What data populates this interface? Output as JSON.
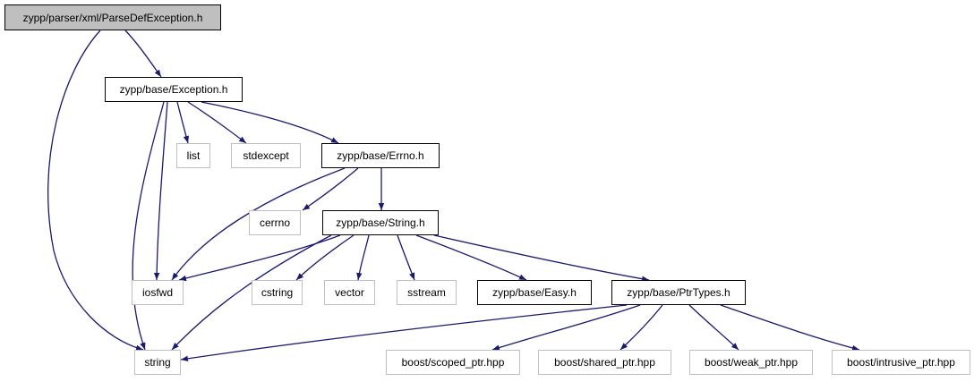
{
  "colors": {
    "edge": "#191970",
    "root_fill": "#bfbfbf",
    "ext_border": "#bfbfbf",
    "int_border": "#000000"
  },
  "nodes": {
    "root": "zypp/parser/xml/ParseDefException.h",
    "exception": "zypp/base/Exception.h",
    "list": "list",
    "stdexcept": "stdexcept",
    "errno_h": "zypp/base/Errno.h",
    "cerrno": "cerrno",
    "string_h": "zypp/base/String.h",
    "iosfwd": "iosfwd",
    "cstring": "cstring",
    "vector": "vector",
    "sstream": "sstream",
    "easy": "zypp/base/Easy.h",
    "ptrtypes": "zypp/base/PtrTypes.h",
    "string": "string",
    "scoped_ptr": "boost/scoped_ptr.hpp",
    "shared_ptr": "boost/shared_ptr.hpp",
    "weak_ptr": "boost/weak_ptr.hpp",
    "intrusive_ptr": "boost/intrusive_ptr.hpp"
  },
  "edges": [
    [
      "root",
      "exception"
    ],
    [
      "root",
      "string"
    ],
    [
      "exception",
      "list"
    ],
    [
      "exception",
      "stdexcept"
    ],
    [
      "exception",
      "errno_h"
    ],
    [
      "exception",
      "iosfwd"
    ],
    [
      "exception",
      "string"
    ],
    [
      "errno_h",
      "cerrno"
    ],
    [
      "errno_h",
      "string_h"
    ],
    [
      "errno_h",
      "iosfwd"
    ],
    [
      "string_h",
      "iosfwd"
    ],
    [
      "string_h",
      "cstring"
    ],
    [
      "string_h",
      "vector"
    ],
    [
      "string_h",
      "sstream"
    ],
    [
      "string_h",
      "easy"
    ],
    [
      "string_h",
      "ptrtypes"
    ],
    [
      "string_h",
      "string"
    ],
    [
      "ptrtypes",
      "string"
    ],
    [
      "ptrtypes",
      "scoped_ptr"
    ],
    [
      "ptrtypes",
      "shared_ptr"
    ],
    [
      "ptrtypes",
      "weak_ptr"
    ],
    [
      "ptrtypes",
      "intrusive_ptr"
    ]
  ]
}
